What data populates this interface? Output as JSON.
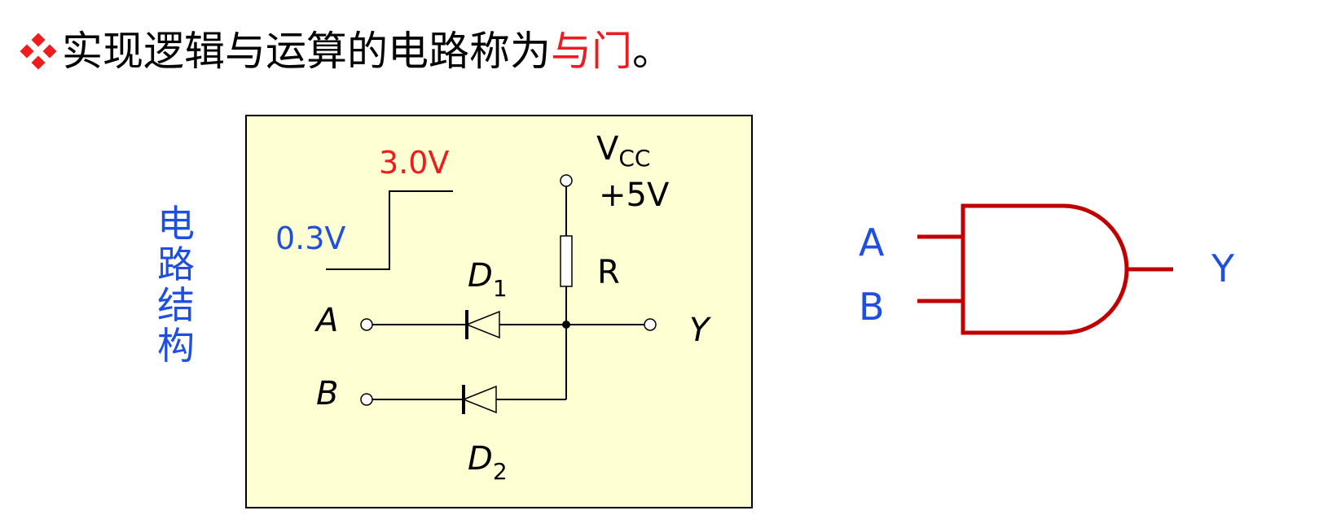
{
  "title": {
    "prefix": "实现逻辑与运算的电路称为",
    "highlight": "与门",
    "suffix": "。"
  },
  "side_label": [
    "电",
    "路",
    "结",
    "构"
  ],
  "circuit": {
    "high_voltage": "3.0V",
    "low_voltage": "0.3V",
    "vcc_label": "V",
    "vcc_sub": "CC",
    "vcc_value": "+5V",
    "resistor_label": "R",
    "d1_label": "D",
    "d1_sub": "1",
    "d2_label": "D",
    "d2_sub": "2",
    "input_a": "A",
    "input_b": "B",
    "output_y": "Y"
  },
  "gate": {
    "input_a": "A",
    "input_b": "B",
    "output_y": "Y"
  },
  "colors": {
    "red": "#ee1c1c",
    "blue": "#1f4fe0",
    "gate": "#c00000",
    "panel": "#ffffd4"
  }
}
